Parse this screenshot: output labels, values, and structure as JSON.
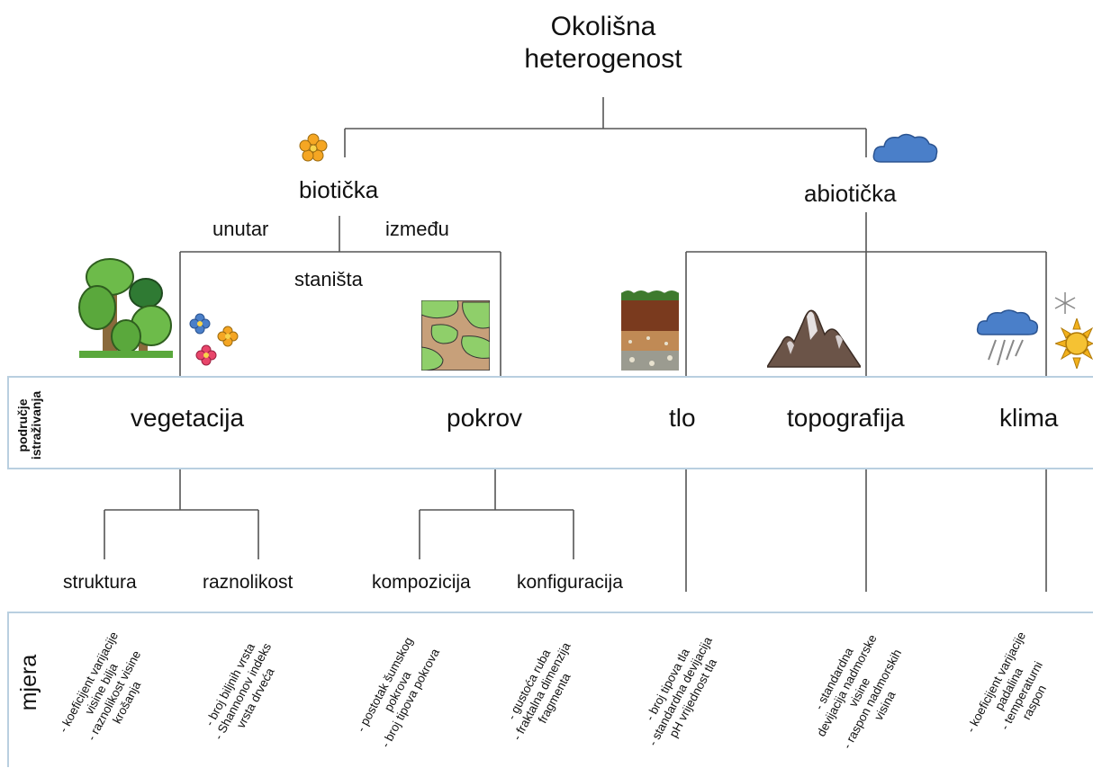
{
  "title_lines": [
    "Okolišna",
    "heterogenost"
  ],
  "branches": {
    "biotic": "biotička",
    "abiotic": "abiotička"
  },
  "biotic_scale": {
    "within": "unutar",
    "between": "između",
    "habitat": "staništa"
  },
  "band_area": {
    "label_lines": [
      "područje",
      "istraživanja"
    ],
    "items": [
      "vegetacija",
      "pokrov",
      "tlo",
      "topografija",
      "klima"
    ]
  },
  "sub_items": {
    "vegetation": [
      "struktura",
      "raznolikost"
    ],
    "cover": [
      "kompozicija",
      "konfiguracija"
    ]
  },
  "band_measure": {
    "label": "mjera",
    "measures": [
      [
        "- koeficijent varijacije",
        "visine bilja",
        "- raznolikost visine",
        "krošanja"
      ],
      [
        "- broj biljnih vrsta",
        "- Shannonov indeks",
        "vrsta drveća"
      ],
      [
        "- postotak šumskog",
        "pokrova",
        "- broj tipova pokrova"
      ],
      [
        "- gustoća ruba",
        "- fraktalna dimenzija",
        "fragmenta"
      ],
      [
        "- broj tipova tla",
        "- standardna devijacija",
        "pH vrijednost tla"
      ],
      [
        "- standardna",
        "devijacija nadmorske",
        "visine",
        "- raspon nadmorskih",
        "visina"
      ],
      [
        "- koeficijent varijacije",
        "padalina",
        "- temperaturni",
        "raspon"
      ]
    ]
  },
  "icons": [
    "flower-icon",
    "cloud-icon",
    "trees-icon",
    "flowers-icon",
    "land-cover-map-icon",
    "soil-profile-icon",
    "mountain-icon",
    "rain-cloud-icon",
    "snowflake-icon",
    "sun-icon"
  ],
  "colors": {
    "band_border": "#b9cfe0",
    "line": "#555555",
    "cloud": "#4a7fc9",
    "sun": "#f2b11c",
    "flower_orange": "#f5a623"
  }
}
